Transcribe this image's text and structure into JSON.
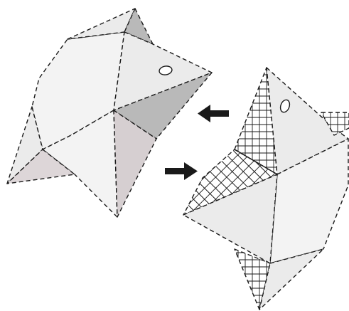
{
  "diagram": {
    "colors": {
      "face_light": "#ebebeb",
      "face_lighter": "#f3f3f3",
      "face_dark": "#b9b9b9",
      "face_mauve": "#d6cfd1",
      "face_mauve_light": "#ddd6d8",
      "outline": "#1a1a1a",
      "arrow": "#1a1a1a",
      "hatch": "#1a1a1a"
    },
    "left_model": {
      "name": "folded-fish-model-shaded",
      "eye_icon": "ellipse-eye-icon"
    },
    "right_model": {
      "name": "folded-fish-model-crease-pattern",
      "eye_icon": "ellipse-eye-icon",
      "hatched_regions": "crosshatch-pattern"
    },
    "arrows": [
      {
        "icon": "arrow-left-icon",
        "direction": "left"
      },
      {
        "icon": "arrow-right-icon",
        "direction": "right"
      }
    ]
  }
}
